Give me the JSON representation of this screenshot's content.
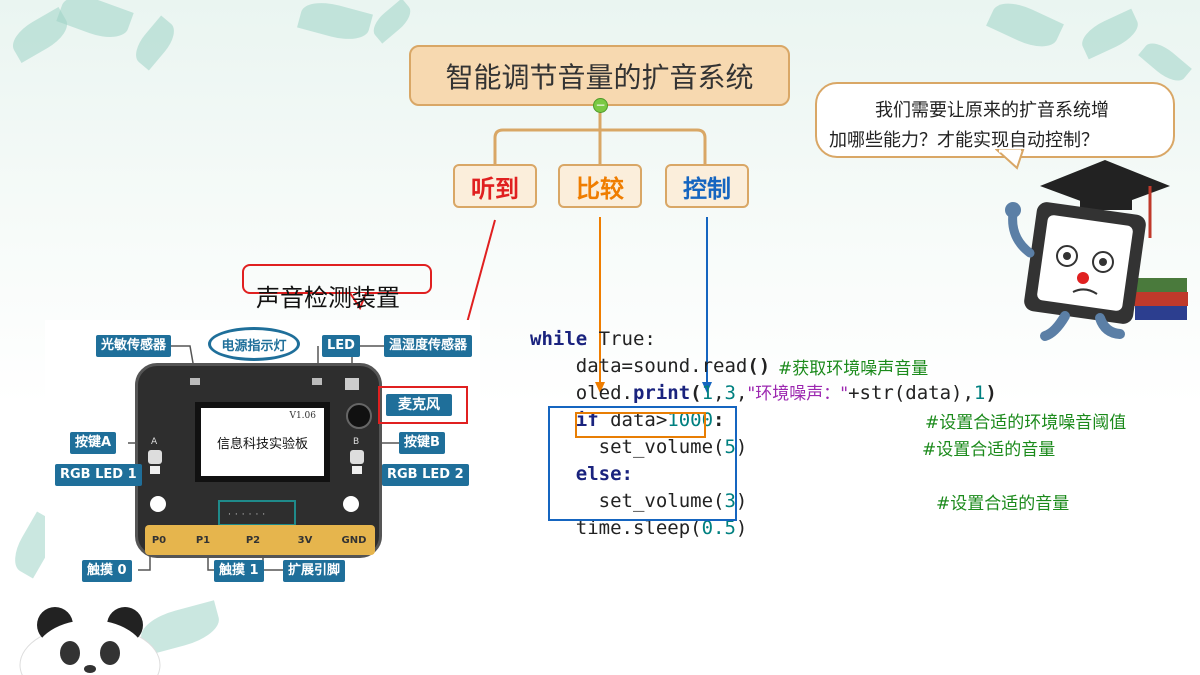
{
  "title": "智能调节音量的扩音系统",
  "collapse_icon": "minus-icon",
  "branches": [
    {
      "label": "听到",
      "color": "#e02020"
    },
    {
      "label": "比较",
      "color": "#ef7d00"
    },
    {
      "label": "控制",
      "color": "#1565c0"
    }
  ],
  "bubble": {
    "line1": "我们需要让原来的扩音系统增",
    "line2": "加哪些能力？才能实现自动控制？"
  },
  "device_label": "声音检测装置",
  "board": {
    "power_label": "电源指示灯",
    "screen_text": "信息科技实验板",
    "version": "V1.06",
    "labels": {
      "light_sensor": "光敏传感器",
      "led": "LED",
      "temp_humidity": "温湿度传感器",
      "microphone": "麦克风",
      "button_a": "按键A",
      "rgb_led_1": "RGB LED 1",
      "button_b": "按键B",
      "rgb_led_2": "RGB LED 2",
      "touch_0": "触摸 0",
      "touch_1": "触摸 1",
      "expansion": "扩展引脚"
    },
    "pins": [
      "P0",
      "P1",
      "P2",
      "3V",
      "GND"
    ],
    "btn_a": "A",
    "btn_b": "B"
  },
  "code": {
    "l1_kw": "while",
    "l1_rest": " True:",
    "l2_a": "    data=sound.",
    "l2_b": "read",
    "l2_c": "()",
    "l2_comment": "#获取环境噪声音量",
    "l3_a": "    oled.",
    "l3_b": "print",
    "l3_c": "(",
    "l3_n1": "1",
    "l3_d": ",",
    "l3_n2": "3",
    "l3_e": ",",
    "l3_str": "\"环境噪声：\"",
    "l3_f": "+str(data),",
    "l3_n3": "1",
    "l3_g": ")",
    "l4_kw": "    if",
    "l4_a": " data>",
    "l4_num": "1000",
    "l4_b": ":",
    "l4_comment": "#设置合适的环境噪音阈值",
    "l5_a": "      set_volume(",
    "l5_num": "5",
    "l5_b": ")",
    "l5_comment": "#设置合适的音量",
    "l6_kw": "    else",
    "l6_a": ":",
    "l7_a": "      set_volume(",
    "l7_num": "3",
    "l7_b": ")",
    "l7_comment": "#设置合适的音量",
    "l8_a": "    time.sleep(",
    "l8_num": "0.5",
    "l8_b": ")"
  },
  "mascot_icon": "graduate-monitor-mascot-icon",
  "panda_icon": "panda-icon"
}
